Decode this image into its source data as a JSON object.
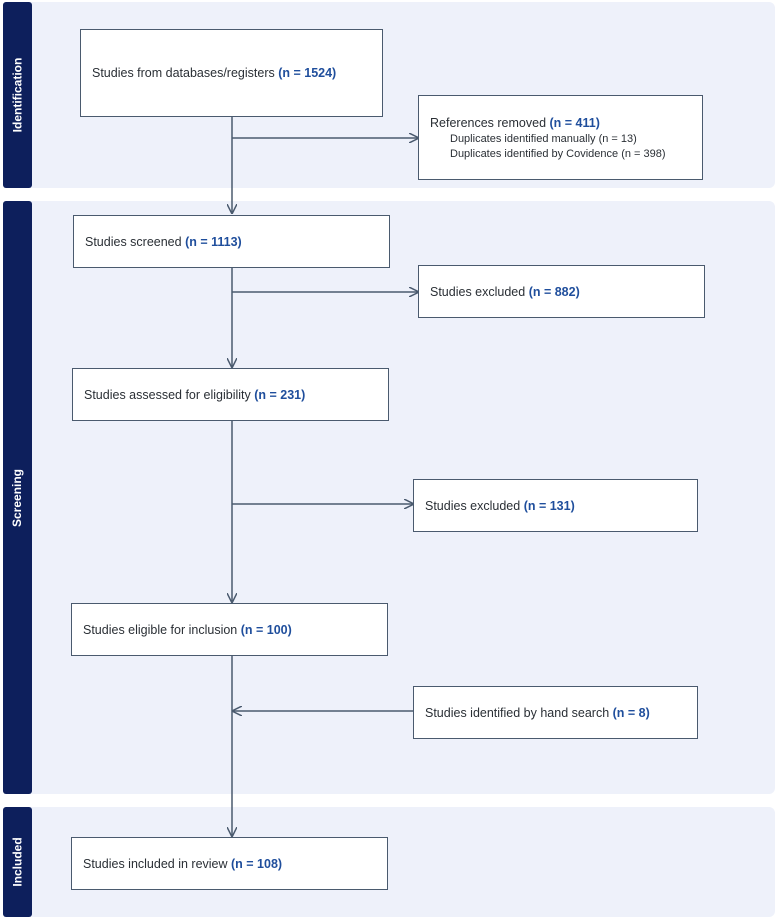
{
  "phases": {
    "identification": "Identification",
    "screening": "Screening",
    "included": "Included"
  },
  "boxes": {
    "databases": {
      "text": "Studies from databases/registers ",
      "count": "(n = 1524)"
    },
    "removed": {
      "text": "References removed ",
      "count": "(n = 411)",
      "sub1": "Duplicates identified manually (n = 13)",
      "sub2": "Duplicates identified by Covidence (n = 398)"
    },
    "screened": {
      "text": "Studies screened ",
      "count": "(n = 1113)"
    },
    "excluded1": {
      "text": "Studies excluded ",
      "count": "(n = 882)"
    },
    "assessed": {
      "text": "Studies assessed for eligibility ",
      "count": "(n = 231)"
    },
    "excluded2": {
      "text": "Studies excluded ",
      "count": "(n = 131)"
    },
    "eligible": {
      "text": "Studies eligible for inclusion ",
      "count": "(n = 100)"
    },
    "hand": {
      "text": "Studies identified by hand search ",
      "count": "(n = 8)"
    },
    "included": {
      "text": "Studies included in review ",
      "count": "(n = 108)"
    }
  },
  "colors": {
    "band": "#eef1fa",
    "label": "#0d1f5c",
    "count": "#1f4e9c",
    "line": "#4a5a6e"
  }
}
